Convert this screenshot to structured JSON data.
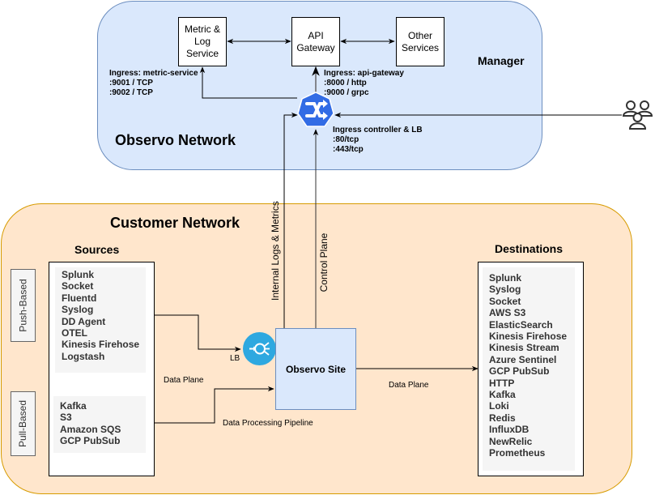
{
  "observo_network": {
    "title": "Observo Network",
    "manager_label": "Manager",
    "services": {
      "metric_log": "Metric & Log Service",
      "api_gateway": "API Gateway",
      "other": "Other Services"
    },
    "ingress_metric": {
      "title": "Ingress: metric-service",
      "ports": [
        ":9001 / TCP",
        ":9002 / TCP"
      ]
    },
    "ingress_api": {
      "title": "Ingress: api-gateway",
      "ports": [
        ":8000 / http",
        ":9000 / grpc"
      ]
    },
    "ingress_controller": {
      "title": "Ingress controller & LB",
      "ports": [
        ":80/tcp",
        ":443/tcp"
      ]
    }
  },
  "customer_network": {
    "title": "Customer Network",
    "sources": {
      "title": "Sources",
      "push_label": "Push-Based",
      "pull_label": "Pull-Based",
      "push_items": [
        "Splunk",
        "Socket",
        "Fluentd",
        "Syslog",
        "DD Agent",
        "OTEL",
        "Kinesis Firehose",
        "Logstash"
      ],
      "pull_items": [
        "Kafka",
        "S3",
        "Amazon SQS",
        "GCP PubSub"
      ]
    },
    "destinations": {
      "title": "Destinations",
      "items": [
        "Splunk",
        "Syslog",
        "Socket",
        "AWS S3",
        "ElasticSearch",
        "Kinesis Firehose",
        "Kinesis Stream",
        "Azure Sentinel",
        "GCP PubSub",
        "HTTP",
        "Kafka",
        "Loki",
        "Redis",
        "InfluxDB",
        "NewRelic",
        "Prometheus"
      ]
    },
    "site_label": "Observo Site",
    "lb_label": "LB"
  },
  "edge_labels": {
    "internal_logs": "Internal Logs & Metrics",
    "control_plane": "Control Plane",
    "data_plane_left": "Data Plane",
    "data_plane_right": "Data Plane",
    "data_processing": "Data Processing Pipeline"
  },
  "icons": {
    "ingress": "kubernetes-ingress-icon",
    "lb": "load-balancer-icon",
    "users": "users-icon"
  },
  "colors": {
    "observo_fill": "#dae8fc",
    "observo_stroke": "#6c8ebf",
    "customer_fill": "#ffe6cc",
    "customer_stroke": "#d79b00",
    "k8s_blue": "#326ce5",
    "lb_blue": "#2ea8e0"
  }
}
